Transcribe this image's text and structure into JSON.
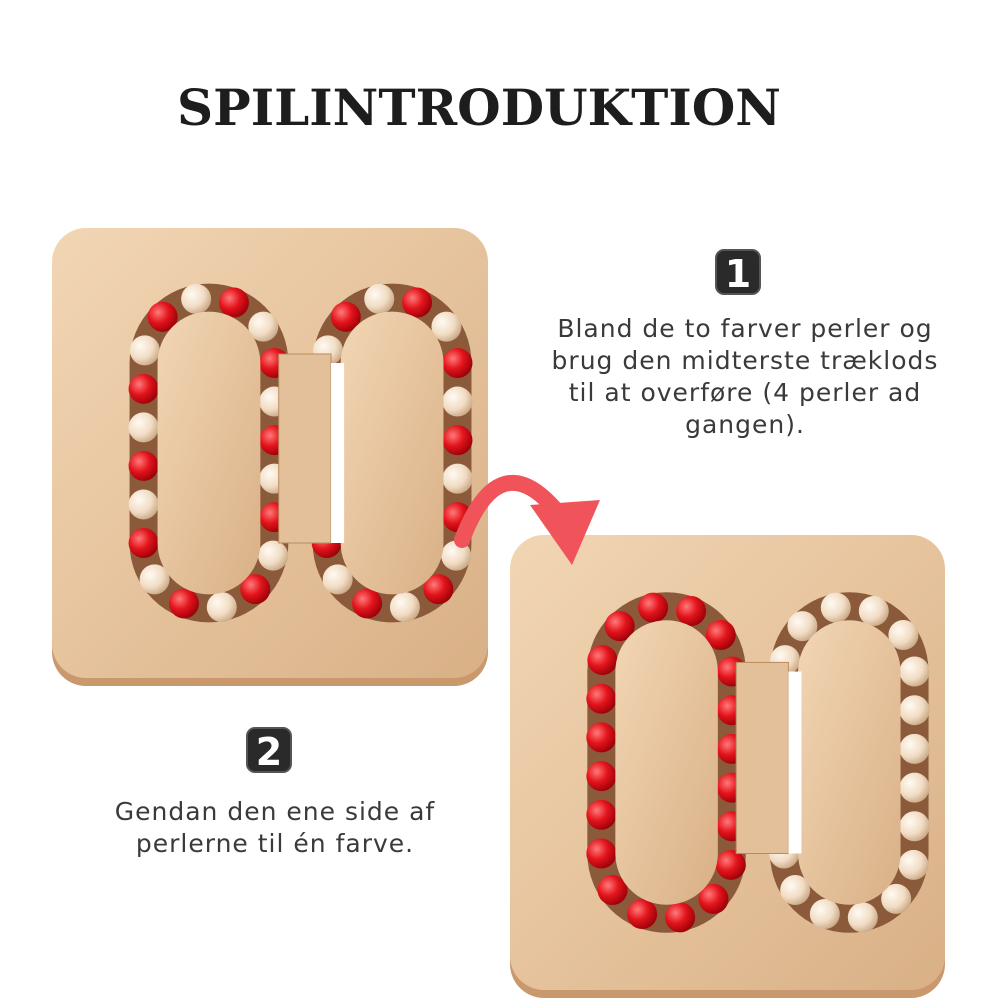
{
  "title": "SPILINTRODUKTION",
  "steps": [
    {
      "number": "1",
      "text": "Bland de to farver perler og brug den midterste træklods til at overføre (4 perler ad gangen)."
    },
    {
      "number": "2",
      "text": "Gendan den ene side af perlerne til én farve."
    }
  ],
  "colors": {
    "wood": "#e9c9a3",
    "wood_dark": "#d9b086",
    "bead_red": "#e3141c",
    "bead_white": "#f1dcc4",
    "arrow": "#f0545a",
    "badge": "#2a2a2a"
  }
}
